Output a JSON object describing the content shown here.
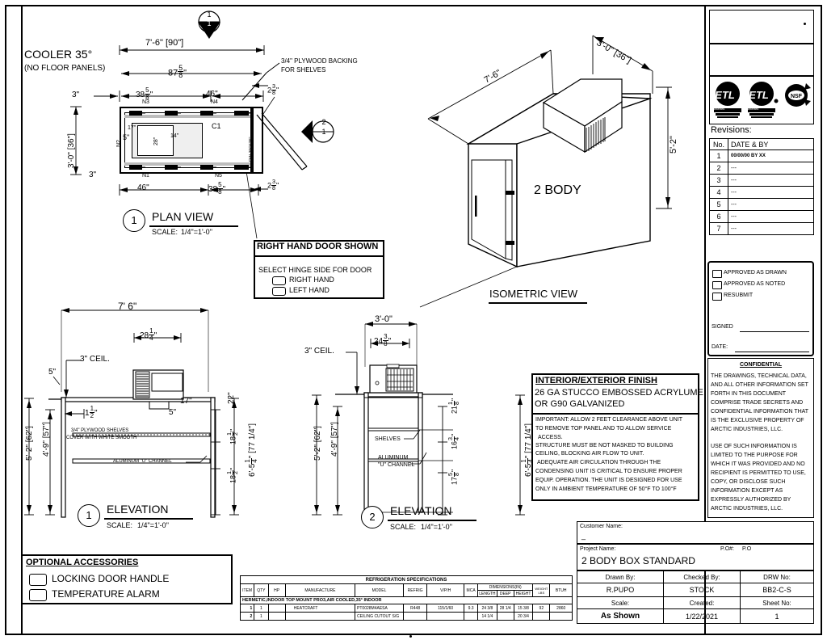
{
  "drawing": {
    "title_label": "COOLER 35°",
    "subtitle_label": "(NO FLOOR PANELS)",
    "plywood_note_l1": "3/4\" PLYWOOD  BACKING",
    "plywood_note_l2": "FOR SHELVES"
  },
  "plan_view": {
    "title": "PLAN VIEW",
    "scale_label": "SCALE:",
    "scale_value": "1/4\"=1'-0\"",
    "marker": "1",
    "dims": {
      "overall_top": "7'-6\" [90\"]",
      "inner_top_whole": "87",
      "inner_top_num": "5",
      "inner_top_den": "8",
      "left_offset": "3\"",
      "seg1_whole": "38",
      "seg1_num": "5",
      "seg1_den": "8",
      "seg2": "46\"",
      "right_whole": "2",
      "right_num": "3",
      "right_den": "8",
      "depth": "3'-0\" [36\"]",
      "bottom_left_offset": "3\"",
      "bseg1": "46\"",
      "bseg2_whole": "38",
      "bseg2_num": "5",
      "bseg2_den": "8",
      "bright_whole": "2",
      "bright_num": "3",
      "bright_den": "8",
      "inner_17": "17\"",
      "inner_5": "5\"",
      "inner_14": "14\"",
      "inner_28": "28\""
    },
    "panels": {
      "n3": "N3",
      "n4": "N4",
      "n1": "N1",
      "n5": "N5",
      "n2": "N2",
      "c1": "C1"
    },
    "door_label": "DW 30\"X75\""
  },
  "section_markers": {
    "top": {
      "upper": "1",
      "lower": "1"
    },
    "mid": {
      "upper": "2",
      "lower": "1"
    }
  },
  "hinge_box": {
    "header": "RIGHT HAND DOOR SHOWN",
    "prompt": "SELECT HINGE SIDE FOR DOOR",
    "options": [
      "RIGHT HAND",
      "LEFT HAND"
    ]
  },
  "isometric": {
    "title": "ISOMETRIC VIEW",
    "body_label": "2 BODY",
    "dim_length": "7'-6\"",
    "dim_depth": "3'-0\" [36\"]",
    "dim_height": "5'-2\""
  },
  "elevation1": {
    "title": "ELEVATION",
    "marker": "1",
    "scale_label": "SCALE:",
    "scale_value": "1/4\"=1'-0\"",
    "dim_width": "7' 6\"",
    "dim_unit_whole": "28",
    "dim_unit_num": "1",
    "dim_unit_den": "4",
    "ceil": "3\" CEIL.",
    "five": "5\"",
    "one_half_whole": "1",
    "one_half_num": "1",
    "one_half_den": "2",
    "dim_17": "17\"",
    "dim_5": "5\"",
    "dim_22": "22\"",
    "dim_62": "5'-2\" [62\"]",
    "dim_57": "4'-9\" [57\"]",
    "dim_total_whole": "6'-5",
    "dim_total_num": "1",
    "dim_total_den": "4",
    "dim_total_suffix": "\" [77 1/4\"]",
    "dim_18a_whole": "18",
    "dim_18a_num": "1",
    "dim_18a_den": "2",
    "dim_18b_whole": "18",
    "dim_18b_num": "1",
    "dim_18b_den": "2",
    "note_shelves_l1": "3/4\" PLYWOOD  SHELVES",
    "note_shelves_l2": "COVER WITH WHITE SMOOTH",
    "note_channel": "ALUMINUM \"U\" CHANNEL"
  },
  "elevation2": {
    "title": "ELEVATION",
    "marker": "2",
    "scale_label": "SCALE:",
    "scale_value": "1/4\"=1'-0\"",
    "dim_width": "3'-0\"",
    "dim_unit_whole": "24",
    "dim_unit_num": "3",
    "dim_unit_den": "8",
    "ceil": "3\" CEIL.",
    "dim_62": "5'-2\" [62\"]",
    "dim_57": "4'-9\" [57\"]",
    "dim_total": "6'-5",
    "dim_total_num": "1",
    "dim_total_den": "4",
    "dim_total_suffix": "\" [77 1/4\"]",
    "dim_21_whole": "21",
    "dim_21_num": "1",
    "dim_21_den": "8",
    "dim_16_whole": "16",
    "dim_16_num": "3",
    "dim_16_den": "4",
    "dim_17_whole": "17",
    "dim_17_num": "5",
    "dim_17_den": "8",
    "note_shelves": "SHELVES",
    "note_channel_l1": "ALUMINUM",
    "note_channel_l2": "\"U\" CHANNEL"
  },
  "finish_box": {
    "header": "INTERIOR/EXTERIOR FINISH",
    "line1": "26 GA STUCCO EMBOSSED ACRYLUME",
    "line2": "OR G90 GALVANIZED",
    "notes": [
      "IMPORTANT: ALLOW 2 FEET CLEARANCE ABOVE UNIT",
      "TO REMOVE TOP PANEL AND TO ALLOW SERVICE",
      "ACCESS.",
      "STRUCTURE MUST BE NOT MASKED TO BUILDING",
      "CEILING, BLOCKING AIR FLOW TO UNIT.",
      "ADEQUATE AIR CIRCULATION THROUGH THE",
      "CONDENSING UNIT IS CRITICAL TO ENSURE PROPER",
      "EQUIP. OPERATION. THE UNIT IS DESIGNED FOR USE",
      "ONLY IN AMBIENT TEMPERATURE OF 50°F TO 100°F"
    ]
  },
  "accessories": {
    "header": "OPTIONAL ACCESSORIES",
    "items": [
      "LOCKING DOOR HANDLE",
      "TEMPERATURE ALARM"
    ]
  },
  "refrigeration": {
    "title": "REFRIGERATION SPECIFICATIONS",
    "headers": {
      "item": "ITEM",
      "qty": "QTY",
      "hp": "HP",
      "manufacture": "MANUFACTURE",
      "model": "MODEL",
      "refrig": "REFRIG",
      "vpih": "V/P/H",
      "mca": "MCA",
      "dimensions": "DIMENSIONS(IN)",
      "length": "LENGTH",
      "deep": "DEEP",
      "height": "HEIGHT",
      "weight": "WEIGHT",
      "weight_unit": "LBS",
      "btuh": "BTUH"
    },
    "section_label": "HERMETIC,INDOOR TOP MOUNT PRO3,AIR COOLED,35° INDOOR",
    "rows": [
      {
        "item": "1",
        "qty": "1",
        "hp": "",
        "manufacture": "HEATCRAFT",
        "model": "PT0028M4AESA",
        "refrig": "R448",
        "vpih": "115/1/60",
        "mca": "9.3",
        "length": "24 3/8",
        "deep": "28 1/4",
        "height": "15 3/8",
        "weight": "92",
        "btuh": "2860"
      },
      {
        "item": "2",
        "qty": "1",
        "hp": "",
        "manufacture": "",
        "model": "CEILING CUTOUT  S/G",
        "refrig": "",
        "vpih": "",
        "mca": "",
        "length": "14 1/4",
        "deep": "",
        "height": "20 3/4",
        "weight": "",
        "btuh": ""
      }
    ]
  },
  "revisions": {
    "header": "Revisions:",
    "col_no": "No.",
    "col_date": "DATE & BY",
    "rows": [
      {
        "no": "1",
        "value": "00/00/00 BY XX"
      },
      {
        "no": "2",
        "value": "---"
      },
      {
        "no": "3",
        "value": "---"
      },
      {
        "no": "4",
        "value": "---"
      },
      {
        "no": "5",
        "value": "---"
      },
      {
        "no": "6",
        "value": "---"
      },
      {
        "no": "7",
        "value": "---"
      }
    ]
  },
  "certifications": [
    "Intertek",
    "Intertek",
    "NSF"
  ],
  "approval": {
    "options": [
      "APPROVED AS DRAWN",
      "APPROVED AS NOTED",
      "RESUBMIT"
    ],
    "signed_label": "SIGNED",
    "date_label": "DATE:"
  },
  "confidential": {
    "header": "CONFIDENTIAL",
    "paragraph1": [
      "THE DRAWINGS, TECHNICAL DATA,",
      "AND ALL OTHER INFORMATION SET",
      "FORTH IN THIS DOCUMENT",
      "COMPRISE TRADE SECRETS AND",
      "CONFIDENTIAL INFORMATION THAT",
      "IS THE EXCLUSIVE PROPERTY OF",
      "ARCTIC INDUSTRIES, LLC."
    ],
    "paragraph2": [
      "USE OF SUCH INFORMATION IS",
      "LIMITED TO THE PURPOSE FOR",
      "WHICH IT WAS PROVIDED AND NO",
      "RECIPIENT IS PERMITTED TO USE,",
      "COPY, OR DISCLOSE SUCH",
      "INFORMATION EXCEPT AS",
      "EXPRESSLY AUTHORIZED BY",
      "ARCTIC INDUSTRIES, LLC."
    ]
  },
  "title_block": {
    "customer_name_label": "Customer Name:",
    "customer_name_value": "_",
    "project_name_label": "Project Name:",
    "project_name_value": "2 BODY BOX STANDARD",
    "po_label": "P.O#:",
    "po_value": "P.O",
    "drawn_by_label": "Drawn By:",
    "drawn_by_value": "R.PUPO",
    "checked_by_label": "Checked By:",
    "checked_by_value": "STOCK",
    "drw_no_label": "DRW No:",
    "drw_no_value": "BB2-C-S",
    "scale_label": "Scale:",
    "scale_value": "As Shown",
    "created_label": "Created:",
    "created_value": "1/22/2021",
    "sheet_no_label": "Sheet No:",
    "sheet_no_value": "1"
  }
}
